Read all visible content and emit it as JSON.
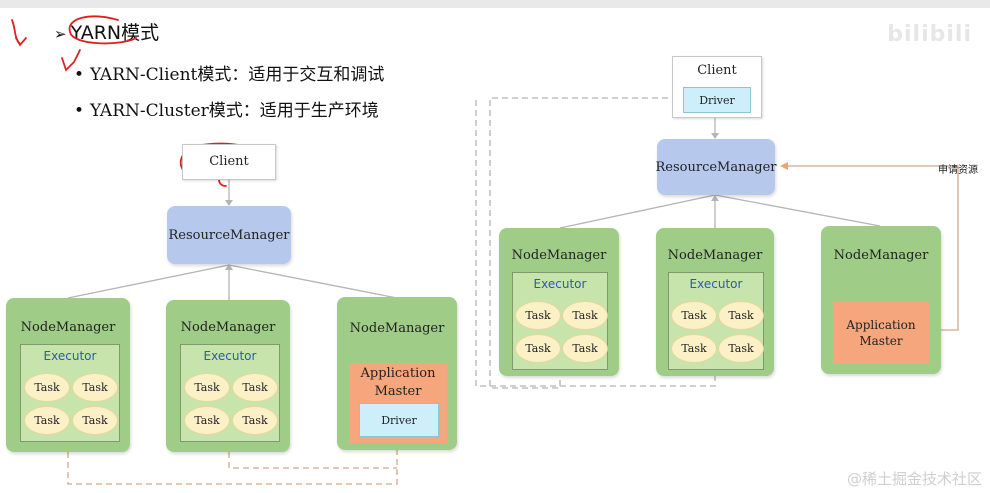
{
  "header": {
    "title": "YARN模式",
    "bullets": [
      "YARN-Client模式：适用于交互和调试",
      "YARN-Cluster模式：适用于生产环境"
    ]
  },
  "watermarks": {
    "top": "bilibili",
    "bottom": "@稀土掘金技术社区"
  },
  "labels": {
    "client": "Client",
    "resource_manager": "ResourceManager",
    "node_manager": "NodeManager",
    "executor": "Executor",
    "task": "Task",
    "application_master": "Application Master",
    "driver": "Driver",
    "request_resources": "申请资源"
  },
  "colors": {
    "node_manager": "#9fcd87",
    "resource_manager": "#b6c8ec",
    "application_master": "#f6a67c",
    "driver": "#cdeffb",
    "task": "#fbf0c6",
    "annotation": "#e02020"
  }
}
